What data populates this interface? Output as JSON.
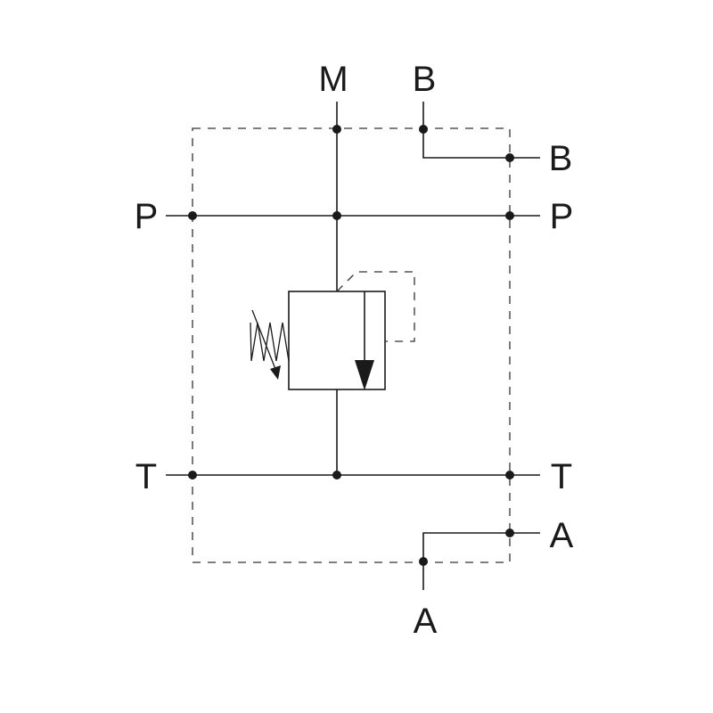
{
  "ports": {
    "m_top": "M",
    "b_top": "B",
    "b_right": "B",
    "p_left": "P",
    "p_right": "P",
    "t_left": "T",
    "t_right": "T",
    "a_right": "A",
    "a_bottom": "A"
  },
  "colors": {
    "line": "#1a1a1a",
    "border": "#333333",
    "background": "#ffffff"
  }
}
